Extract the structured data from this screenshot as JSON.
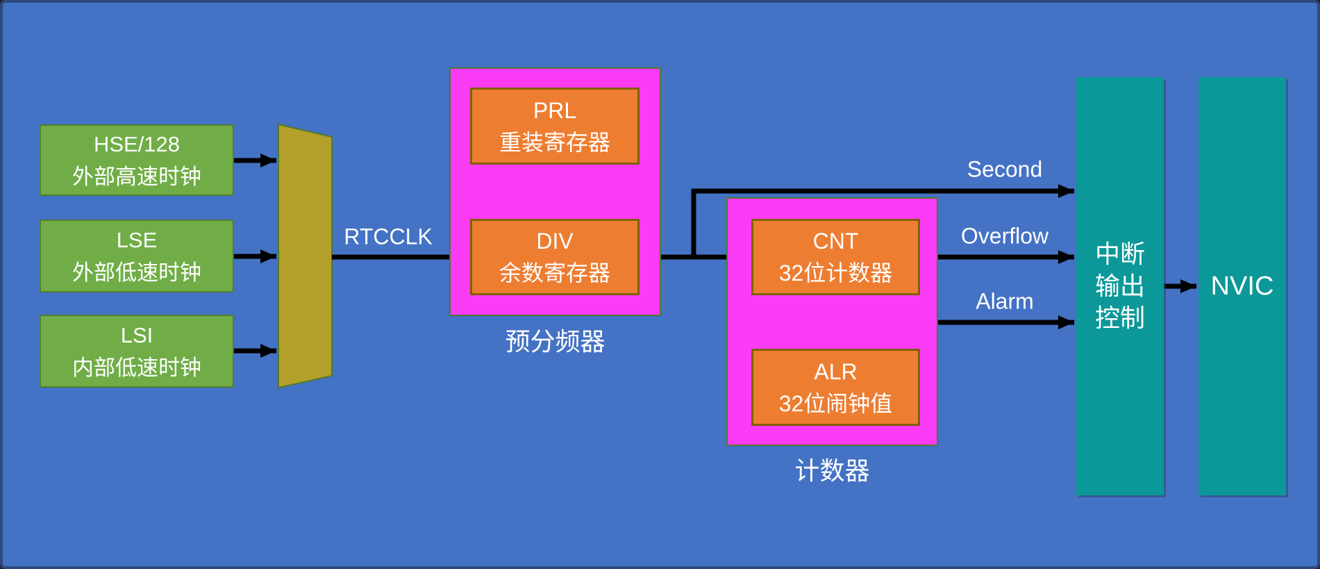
{
  "colors": {
    "bg": "#4472C4",
    "frame-border": "#2E4A7D",
    "source-fill": "#70AD47",
    "source-border": "#507E32",
    "mux-fill": "#B3A02B",
    "mux-border": "#4F7A2D",
    "group-fill": "#FB3BF6",
    "group-border": "#4E7A2E",
    "register-fill": "#ED7D31",
    "register-border": "#7F6000",
    "exchange-fill": "#B08D10",
    "exchange-border": "#7F6000",
    "control-fill": "#0C9898",
    "connector": "#000000",
    "text": "#FFFFFF"
  },
  "clock_sources": [
    {
      "name": "HSE/128",
      "desc": "外部高速时钟"
    },
    {
      "name": "LSE",
      "desc": "外部低速时钟"
    },
    {
      "name": "LSI",
      "desc": "内部低速时钟"
    }
  ],
  "mux_output_label": "RTCCLK",
  "prescaler": {
    "caption": "预分频器",
    "prl": {
      "name": "PRL",
      "desc": "重装寄存器"
    },
    "div": {
      "name": "DIV",
      "desc": "余数寄存器"
    }
  },
  "counter": {
    "caption": "计数器",
    "cnt": {
      "name": "CNT",
      "desc": "32位计数器"
    },
    "alr": {
      "name": "ALR",
      "desc": "32位闹钟值"
    }
  },
  "signals": {
    "second": "Second",
    "overflow": "Overflow",
    "alarm": "Alarm"
  },
  "interrupt_control": {
    "line1": "中断",
    "line2": "输出",
    "line3": "控制"
  },
  "nvic": "NVIC"
}
